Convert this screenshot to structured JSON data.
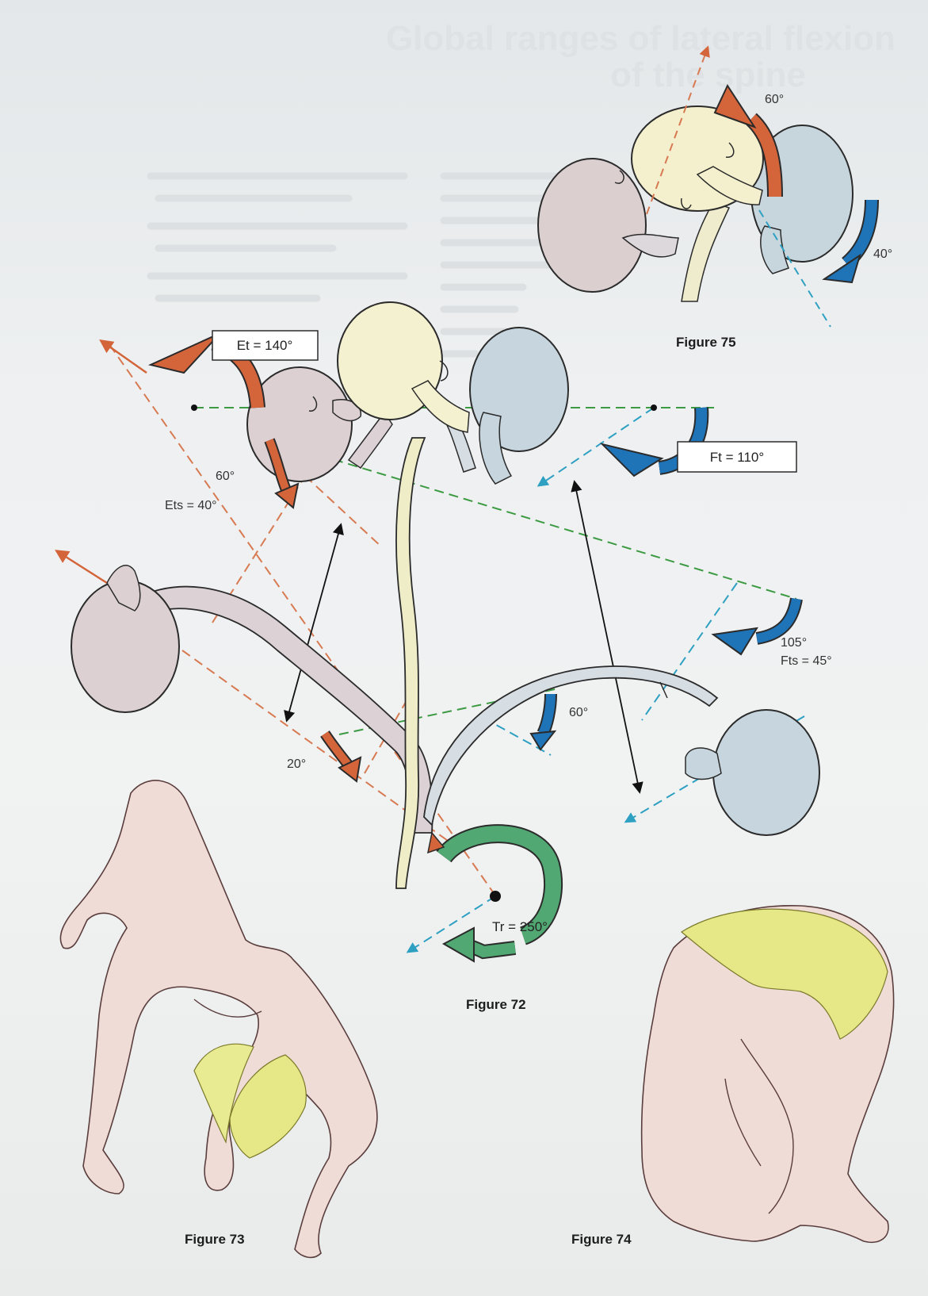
{
  "heading": {
    "line1": "Global ranges of lateral flexion",
    "line2": "of the spine"
  },
  "colors": {
    "extension_arrow": "#d4643a",
    "flexion_arrow": "#1f73b7",
    "total_arrow": "#3f9b63",
    "green_dash": "#3c9a43",
    "orange_dash": "#d77a52",
    "blue_dash": "#2ea0c2",
    "skull_center": "#f3efcf",
    "skull_extension": "#d9cfcf",
    "skull_flexion": "#c3d2dc",
    "skin": "#efdcd6",
    "hair": "#e4e67e"
  },
  "figure72": {
    "caption": "Figure 72",
    "labels": {
      "et": "Et = 140°",
      "ft": "Ft = 110°",
      "ets": "Ets = 40°",
      "ets_angle": "60°",
      "fts": "Fts = 45°",
      "fts_angle": "105°",
      "lumbar_ext": "20°",
      "lumbar_flex": "60°",
      "tr": "Tr = 250°"
    }
  },
  "figure73": {
    "caption": "Figure 73"
  },
  "figure74": {
    "caption": "Figure 74"
  },
  "figure75": {
    "caption": "Figure 75",
    "labels": {
      "extension": "60°",
      "flexion": "40°"
    }
  }
}
